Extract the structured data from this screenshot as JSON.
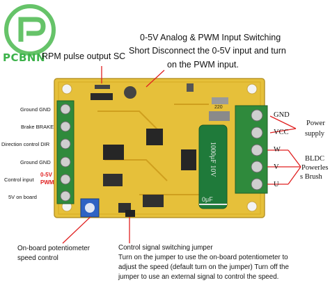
{
  "logo": {
    "text": "PCBNN"
  },
  "top": {
    "rpm_label": "RPM pulse output SC",
    "switch_title_1": "0-5V Analog & PWM Input Switching",
    "switch_title_2": "Short Disconnect the 0-5V input and turn",
    "switch_title_3": "on the PWM input."
  },
  "left_labels": [
    "Ground GND",
    "Brake BRAKE",
    "Direction control DIR",
    "Ground GND",
    "Control input",
    "5V on board"
  ],
  "control_input_tags": {
    "v": "0-5V",
    "pwm": "PWM"
  },
  "right_terminals": [
    "GND",
    "VCC",
    "W",
    "V",
    "U"
  ],
  "power_supply": {
    "line1": "Power",
    "line2": "supply"
  },
  "bldc": {
    "line1": "BLDC",
    "line2": "Powerles",
    "line3": "s Brush"
  },
  "board_marks": {
    "cap_text": "1000μF 10V",
    "cap_text2": "0μF",
    "pot_mark": "220"
  },
  "bottom": {
    "pot_label_1": "On-board potentiometer",
    "pot_label_2": "speed control",
    "jumper_title": "Control signal switching jumper",
    "jumper_line_1": "Turn on the jumper to use the on-board potentiometer to",
    "jumper_line_2": "adjust the speed (default turn on the jumper) Turn off the",
    "jumper_line_3": "jumper to use an external signal to control the speed."
  },
  "colors": {
    "board": "#e8c33a",
    "terminal": "#2f8a3c",
    "capacitor": "#1f7a3a",
    "arrow": "#e02020"
  }
}
